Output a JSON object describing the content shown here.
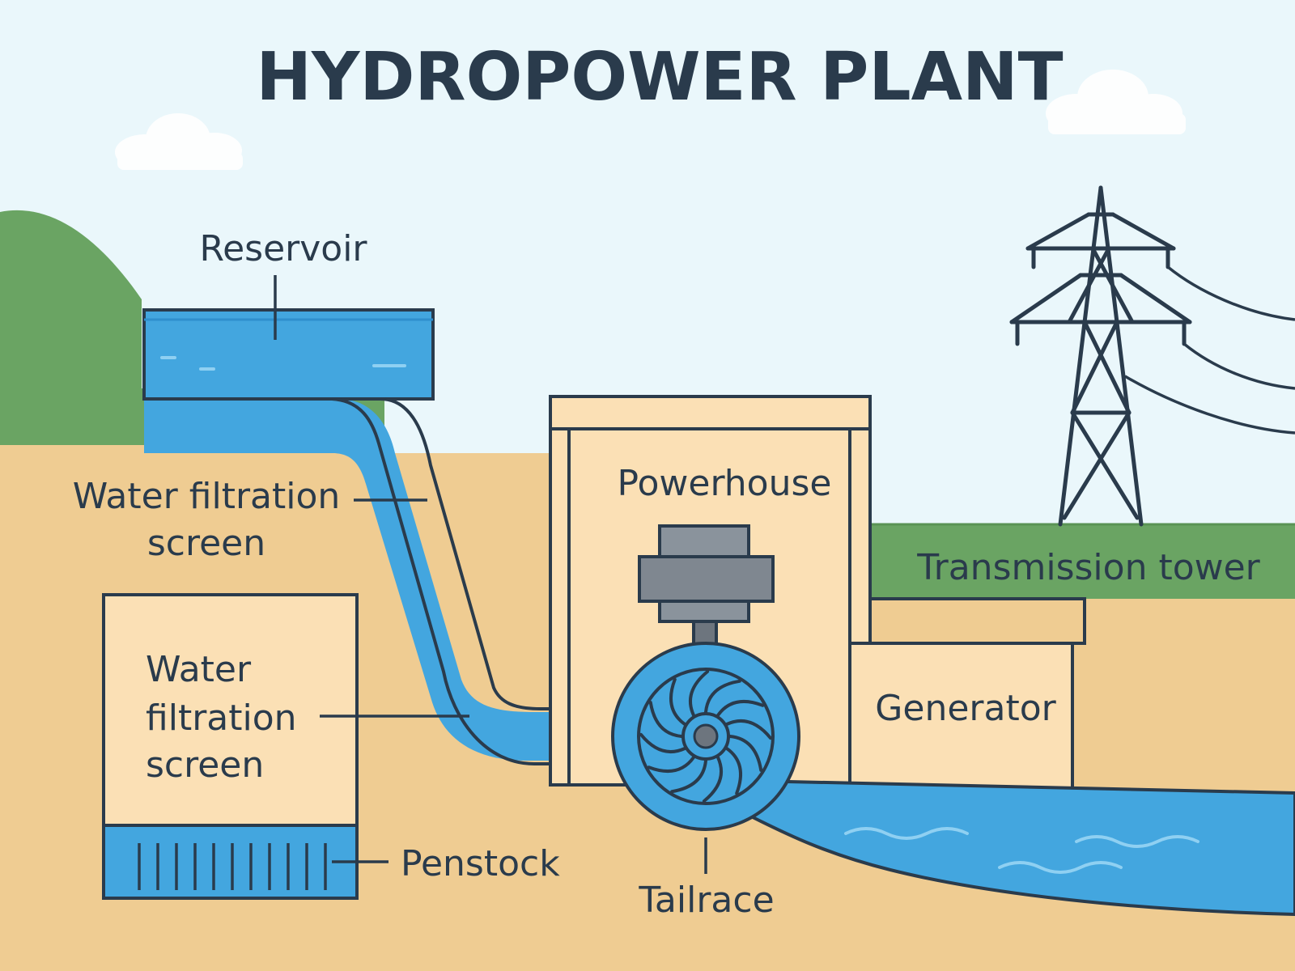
{
  "title": "HYDROPOWER PLANT",
  "labels": {
    "reservoir": "Reservoir",
    "screen_top_1": "Water filtration",
    "screen_top_2": "screen",
    "box_line_1": "Water",
    "box_line_2": "filtration",
    "box_line_3": "screen",
    "penstock": "Penstock",
    "powerhouse": "Powerhouse",
    "transmission_tower": "Transmission tower",
    "generator": "Generator",
    "tailrace": "Tailrace"
  },
  "colors": {
    "sky": "#eaf7fb",
    "hill": "#6aa463",
    "ground": "#efcc92",
    "water": "#43a6df",
    "water_dark": "#2f8fcd",
    "building": "#fbe0b5",
    "outline": "#2a3b4c",
    "generator": "#7f8790",
    "cloud": "#ffffff"
  },
  "icons": [
    "cloud-icon",
    "turbine-icon",
    "generator-icon",
    "transmission-tower-icon"
  ]
}
